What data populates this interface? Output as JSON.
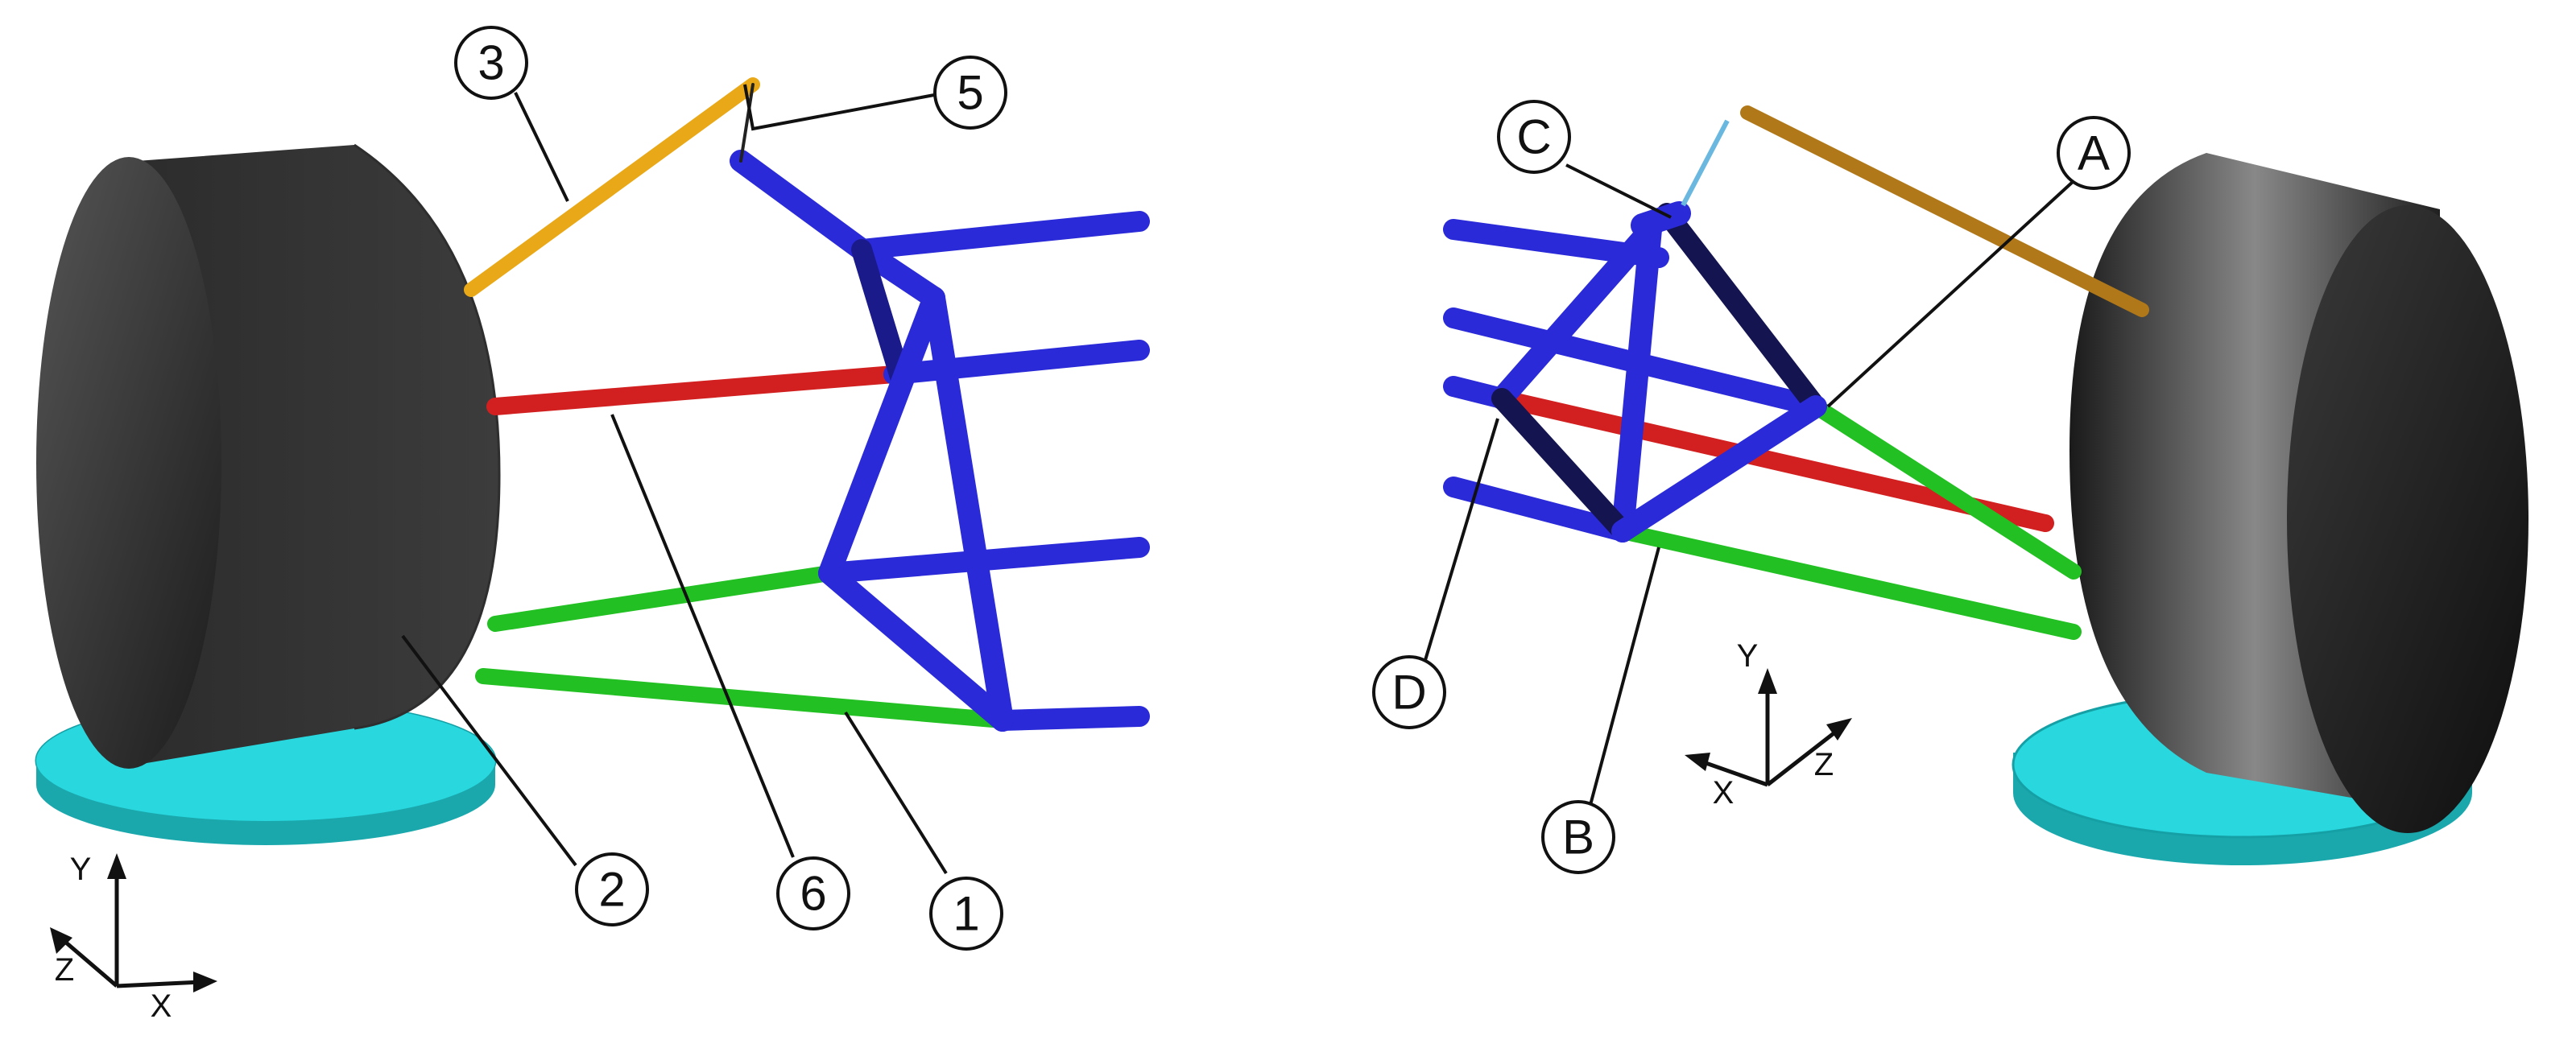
{
  "left_view": {
    "callouts": [
      "3",
      "5",
      "2",
      "6",
      "1"
    ],
    "axes": {
      "y": "Y",
      "z": "Z",
      "x": "X"
    }
  },
  "right_view": {
    "callouts": [
      "C",
      "A",
      "D",
      "B"
    ],
    "axes": {
      "y": "Y",
      "z": "Z",
      "x": "X"
    }
  },
  "colors": {
    "wheel": "#3a3a3a",
    "pad": "#22d0d6",
    "frame": "#2a2ad8",
    "frame_dark": "#141450",
    "pushrod": "#f0b020",
    "tierod": "#d22020",
    "wishbone": "#22c022",
    "toe_link": "#b07818"
  }
}
